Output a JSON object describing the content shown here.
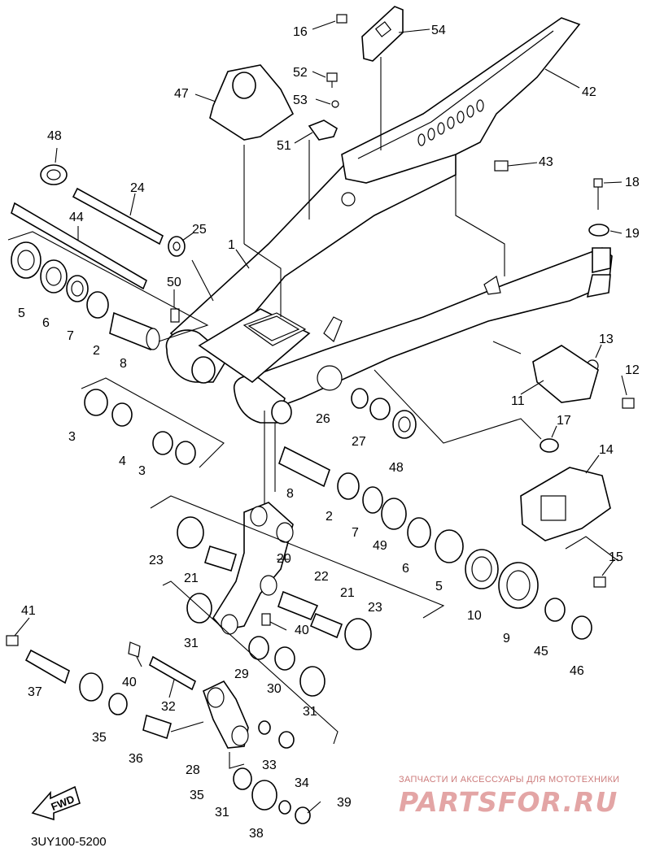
{
  "diagram_code": "3UY100-5200",
  "fwd_label": "FWD",
  "watermark": {
    "tagline": "ЗАПЧАСТИ И АКСЕССУАРЫ ДЛЯ МОТОТЕХНИКИ",
    "logo": "PARTSFOR.RU"
  },
  "callouts": [
    "16",
    "54",
    "52",
    "53",
    "47",
    "51",
    "42",
    "48",
    "24",
    "44",
    "25",
    "43",
    "18",
    "19",
    "1",
    "50",
    "5",
    "6",
    "7",
    "2",
    "8",
    "13",
    "12",
    "11",
    "3",
    "4",
    "26",
    "27",
    "48",
    "17",
    "14",
    "8",
    "2",
    "7",
    "49",
    "6",
    "5",
    "10",
    "9",
    "15",
    "23",
    "21",
    "20",
    "22",
    "21",
    "23",
    "31",
    "40",
    "41",
    "37",
    "40",
    "32",
    "29",
    "30",
    "31",
    "35",
    "36",
    "28",
    "33",
    "34",
    "35",
    "31",
    "38",
    "39",
    "45",
    "46",
    "3"
  ]
}
